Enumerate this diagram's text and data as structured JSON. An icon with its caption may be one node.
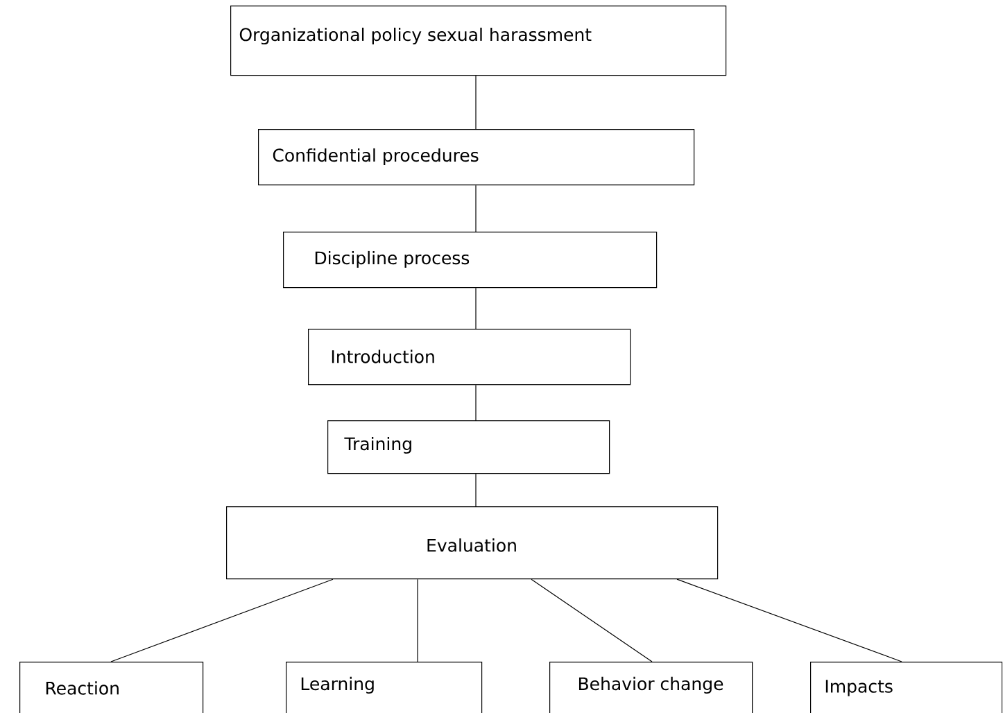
{
  "diagram": {
    "nodes": [
      {
        "text": [
          "Organizational policy sexual harassment"
        ]
      },
      {
        "text": [
          "Confidential procedures"
        ]
      },
      {
        "text": [
          "Discipline process"
        ]
      },
      {
        "text": [
          "Introduction"
        ]
      },
      {
        "text": [
          "Training"
        ]
      },
      {
        "text": [
          "Evaluation"
        ]
      },
      {
        "text": [
          "Reaction"
        ]
      },
      {
        "text": [
          "Learning"
        ]
      },
      {
        "text": [
          "Behavior change"
        ]
      },
      {
        "text": [
          "Impacts"
        ]
      }
    ],
    "edges": [
      {
        "from": 0,
        "to": 1,
        "arrow": "none"
      },
      {
        "from": 1,
        "to": 2,
        "arrow": "none"
      },
      {
        "from": 2,
        "to": 3,
        "arrow": "none"
      },
      {
        "from": 3,
        "to": 4,
        "arrow": "none"
      },
      {
        "from": 4,
        "to": 5,
        "arrow": "none"
      },
      {
        "from": 5,
        "to": 6,
        "arrow": "none"
      },
      {
        "from": 5,
        "to": 7,
        "arrow": "none"
      },
      {
        "from": 5,
        "to": 8,
        "arrow": "none"
      },
      {
        "from": 5,
        "to": 9,
        "arrow": "none"
      }
    ]
  }
}
